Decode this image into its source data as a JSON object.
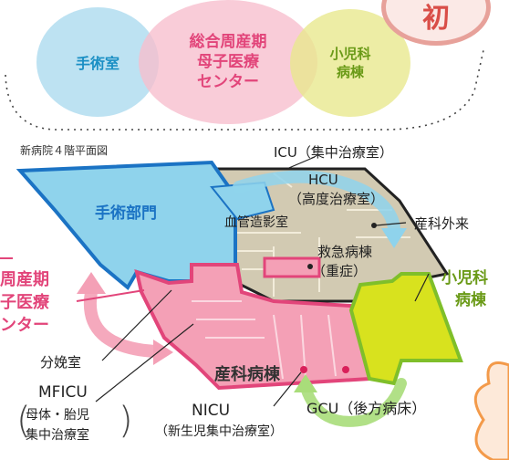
{
  "top": {
    "circle_left": "手術室",
    "circle_center": [
      "総合周産期",
      "母子医療",
      "センター"
    ],
    "circle_right": [
      "小児科",
      "病棟"
    ],
    "stamp": "初"
  },
  "plan_title": "新病院４階平面図",
  "areas": {
    "surgery": "手術部門",
    "angiography": "血管造影室",
    "emergency": [
      "救急病棟",
      "（重症）"
    ],
    "obstetrics_ward": "産科病棟"
  },
  "callouts": {
    "icu": "ICU（集中治療室）",
    "hcu": [
      "HCU",
      "（高度治療室）"
    ],
    "obstetrics_outpatient": "産科外来",
    "pediatric": [
      "小児科",
      "病棟"
    ],
    "perinatal": [
      "周産期",
      "子医療",
      "ンター"
    ],
    "delivery_room": "分娩室",
    "mficu": [
      "MFICU",
      "母体・胎児",
      "集中治療室"
    ],
    "nicu": [
      "NICU",
      "（新生児集中治療室）"
    ],
    "gcu": "GCU（後方病床）"
  },
  "colors": {
    "blue": "#1b8fc4",
    "pink": "#e2457a",
    "green": "#6a9a17",
    "beige": "#cfc7ae",
    "lime": "#d8e21e"
  }
}
